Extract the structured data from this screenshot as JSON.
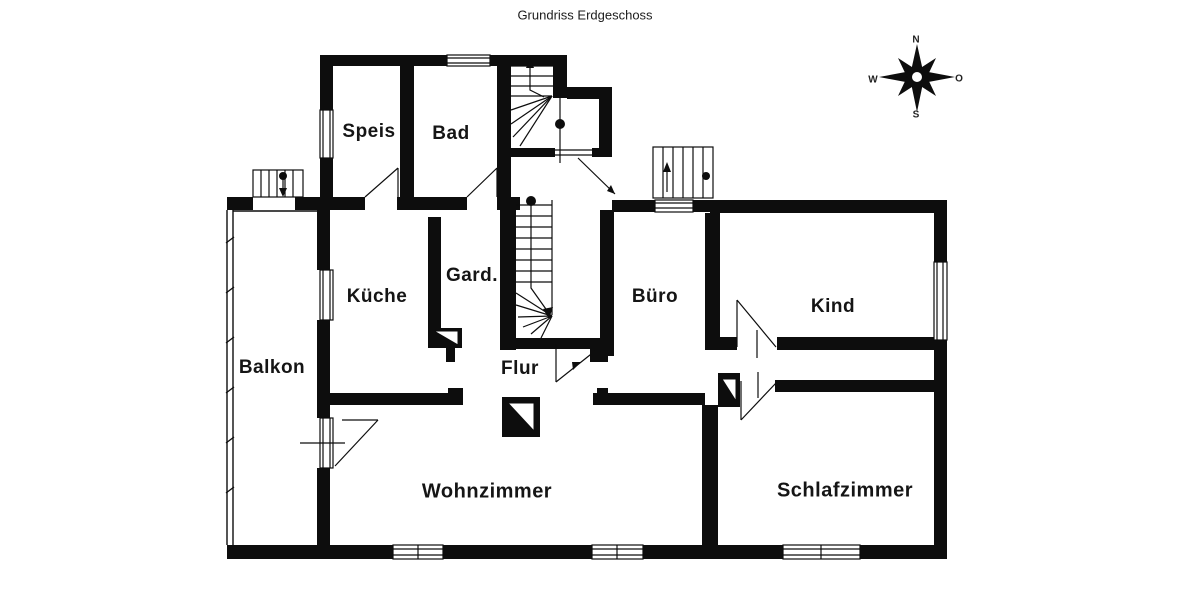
{
  "title": "Grundriss Erdgeschoss",
  "compass": {
    "north": "N",
    "east": "O",
    "south": "S",
    "west": "W"
  },
  "rooms": [
    {
      "label": "Speis"
    },
    {
      "label": "Bad"
    },
    {
      "label": "Küche"
    },
    {
      "label": "Gard."
    },
    {
      "label": "Büro"
    },
    {
      "label": "Kind"
    },
    {
      "label": "Balkon"
    },
    {
      "label": "Flur"
    },
    {
      "label": "Wohnzimmer"
    },
    {
      "label": "Schlafzimmer"
    }
  ],
  "colors": {
    "wall": "#0d0d0d",
    "background": "#ffffff"
  }
}
